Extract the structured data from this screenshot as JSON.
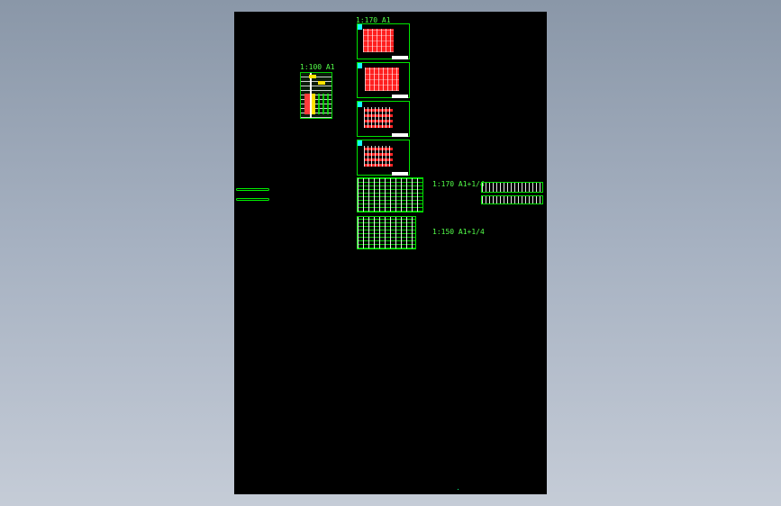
{
  "viewport": {
    "label": "CAD drawing viewport"
  },
  "annotations": {
    "top_scale": "1:170 A1",
    "left_scale": "1:100 A1",
    "right_scale_1": "1:170 A1+1/4",
    "right_scale_2": "1:150 A1+1/4"
  },
  "colors": {
    "background": "#000000",
    "outline": "#00e400",
    "accent_red": "#ff1f1f",
    "accent_cyan": "#14f7ff",
    "accent_yellow": "#ffe500"
  }
}
